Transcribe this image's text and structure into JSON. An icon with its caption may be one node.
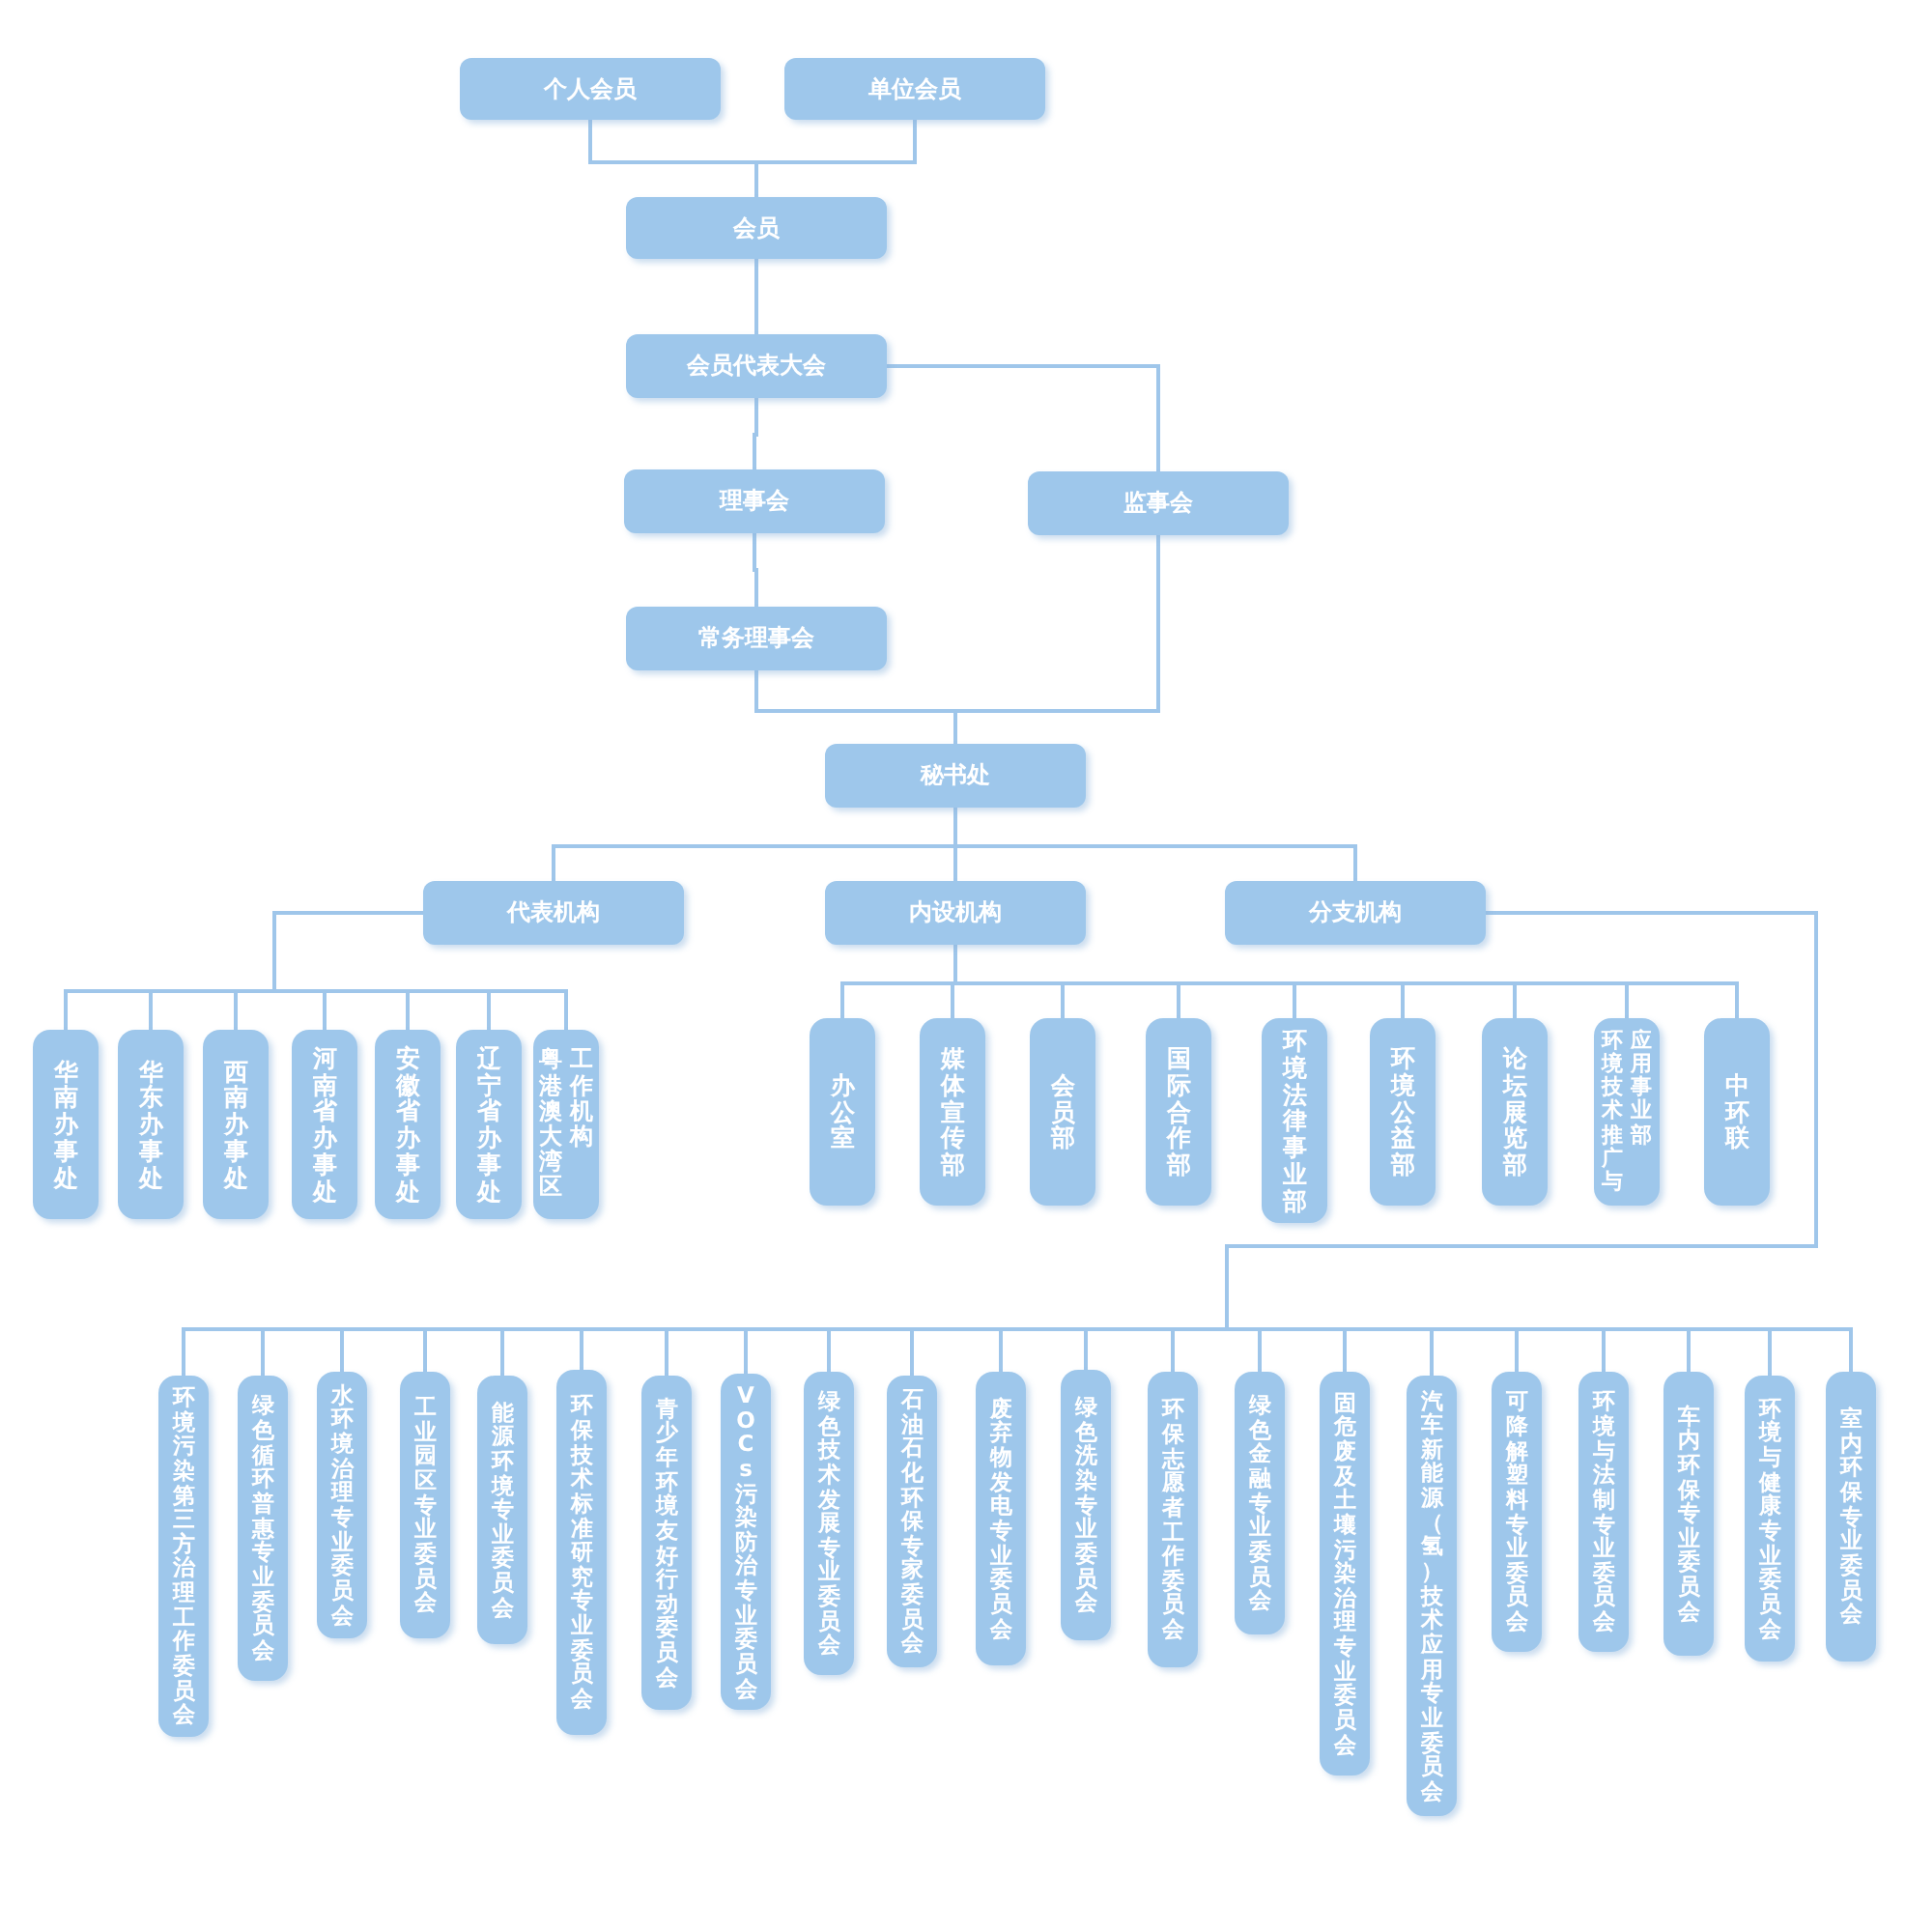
{
  "diagram": {
    "nodes": [
      {
        "text": [
          "个人会员"
        ]
      },
      {
        "text": [
          "单位会员"
        ]
      },
      {
        "text": [
          "会员"
        ]
      },
      {
        "text": [
          "会员代表大会"
        ]
      },
      {
        "text": [
          "理事会"
        ]
      },
      {
        "text": [
          "监事会"
        ]
      },
      {
        "text": [
          "常务理事会"
        ]
      },
      {
        "text": [
          "秘书处"
        ]
      },
      {
        "text": [
          "代表机构"
        ]
      },
      {
        "text": [
          "内设机构"
        ]
      },
      {
        "text": [
          "分支机构"
        ]
      },
      {
        "text": [
          "华南办事处"
        ]
      },
      {
        "text": [
          "华东办事处"
        ]
      },
      {
        "text": [
          "西南办事处"
        ]
      },
      {
        "text": [
          "河南省办事处"
        ]
      },
      {
        "text": [
          "安徽省办事处"
        ]
      },
      {
        "text": [
          "辽宁省办事处"
        ]
      },
      {
        "text": [
          "粤港澳大湾区工作机构"
        ]
      },
      {
        "text": [
          "办公室"
        ]
      },
      {
        "text": [
          "媒体宣传部"
        ]
      },
      {
        "text": [
          "会员部"
        ]
      },
      {
        "text": [
          "国际合作部"
        ]
      },
      {
        "text": [
          "环境法律事业部"
        ]
      },
      {
        "text": [
          "环境公益部"
        ]
      },
      {
        "text": [
          "论坛展览部"
        ]
      },
      {
        "text": [
          "环境技术推广与应用事业部"
        ]
      },
      {
        "text": [
          "中环联"
        ]
      },
      {
        "text": [
          "环境污染第三方治理工作委员会"
        ]
      },
      {
        "text": [
          "绿色循环普惠专业委员会"
        ]
      },
      {
        "text": [
          "水环境治理专业委员会"
        ]
      },
      {
        "text": [
          "工业园区专业委员会"
        ]
      },
      {
        "text": [
          "能源环境专业委员会"
        ]
      },
      {
        "text": [
          "环保技术标准研究专业委员会"
        ]
      },
      {
        "text": [
          "青少年环境友好行动委员会"
        ]
      },
      {
        "text": [
          "VOCs污染防治专业委员会"
        ]
      },
      {
        "text": [
          "绿色技术发展专业委员会"
        ]
      },
      {
        "text": [
          "石油石化环保专家委员会"
        ]
      },
      {
        "text": [
          "废弃物发电专业委员会"
        ]
      },
      {
        "text": [
          "绿色洗染专业委员会"
        ]
      },
      {
        "text": [
          "环保志愿者工作委员会"
        ]
      },
      {
        "text": [
          "绿色金融专业委员会"
        ]
      },
      {
        "text": [
          "固危废及土壤污染治理专业委员会"
        ]
      },
      {
        "text": [
          "汽车新能源（氢）技术应用专业委员会"
        ]
      },
      {
        "text": [
          "可降解塑料专业委员会"
        ]
      },
      {
        "text": [
          "环境与法制专业委员会"
        ]
      },
      {
        "text": [
          "车内环保专业委员会"
        ]
      },
      {
        "text": [
          "环境与健康专业委员会"
        ]
      },
      {
        "text": [
          "室内环保专业委员会"
        ]
      }
    ],
    "edges": [
      {
        "from": 0,
        "to": 2,
        "arrow": "none"
      },
      {
        "from": 1,
        "to": 2,
        "arrow": "none"
      },
      {
        "from": 2,
        "to": 3,
        "arrow": "none"
      },
      {
        "from": 3,
        "to": 4,
        "arrow": "none"
      },
      {
        "from": 3,
        "to": 5,
        "arrow": "none"
      },
      {
        "from": 4,
        "to": 6,
        "arrow": "none"
      },
      {
        "from": 6,
        "to": 7,
        "arrow": "none"
      },
      {
        "from": 5,
        "to": 7,
        "arrow": "none"
      },
      {
        "from": 7,
        "to": 8,
        "arrow": "none"
      },
      {
        "from": 7,
        "to": 9,
        "arrow": "none"
      },
      {
        "from": 7,
        "to": 10,
        "arrow": "none"
      },
      {
        "from": 8,
        "to": 11,
        "arrow": "none"
      },
      {
        "from": 8,
        "to": 12,
        "arrow": "none"
      },
      {
        "from": 8,
        "to": 13,
        "arrow": "none"
      },
      {
        "from": 8,
        "to": 14,
        "arrow": "none"
      },
      {
        "from": 8,
        "to": 15,
        "arrow": "none"
      },
      {
        "from": 8,
        "to": 16,
        "arrow": "none"
      },
      {
        "from": 8,
        "to": 17,
        "arrow": "none"
      },
      {
        "from": 9,
        "to": 18,
        "arrow": "none"
      },
      {
        "from": 9,
        "to": 19,
        "arrow": "none"
      },
      {
        "from": 9,
        "to": 20,
        "arrow": "none"
      },
      {
        "from": 9,
        "to": 21,
        "arrow": "none"
      },
      {
        "from": 9,
        "to": 22,
        "arrow": "none"
      },
      {
        "from": 9,
        "to": 23,
        "arrow": "none"
      },
      {
        "from": 9,
        "to": 24,
        "arrow": "none"
      },
      {
        "from": 9,
        "to": 25,
        "arrow": "none"
      },
      {
        "from": 9,
        "to": 26,
        "arrow": "none"
      },
      {
        "from": 10,
        "to": 27,
        "arrow": "none"
      },
      {
        "from": 10,
        "to": 28,
        "arrow": "none"
      },
      {
        "from": 10,
        "to": 29,
        "arrow": "none"
      },
      {
        "from": 10,
        "to": 30,
        "arrow": "none"
      },
      {
        "from": 10,
        "to": 31,
        "arrow": "none"
      },
      {
        "from": 10,
        "to": 32,
        "arrow": "none"
      },
      {
        "from": 10,
        "to": 33,
        "arrow": "none"
      },
      {
        "from": 10,
        "to": 34,
        "arrow": "none"
      },
      {
        "from": 10,
        "to": 35,
        "arrow": "none"
      },
      {
        "from": 10,
        "to": 36,
        "arrow": "none"
      },
      {
        "from": 10,
        "to": 37,
        "arrow": "none"
      },
      {
        "from": 10,
        "to": 38,
        "arrow": "none"
      },
      {
        "from": 10,
        "to": 39,
        "arrow": "none"
      },
      {
        "from": 10,
        "to": 40,
        "arrow": "none"
      },
      {
        "from": 10,
        "to": 41,
        "arrow": "none"
      },
      {
        "from": 10,
        "to": 42,
        "arrow": "none"
      },
      {
        "from": 10,
        "to": 43,
        "arrow": "none"
      },
      {
        "from": 10,
        "to": 44,
        "arrow": "none"
      },
      {
        "from": 10,
        "to": 45,
        "arrow": "none"
      },
      {
        "from": 10,
        "to": 46,
        "arrow": "none"
      },
      {
        "from": 10,
        "to": 47,
        "arrow": "none"
      }
    ]
  }
}
